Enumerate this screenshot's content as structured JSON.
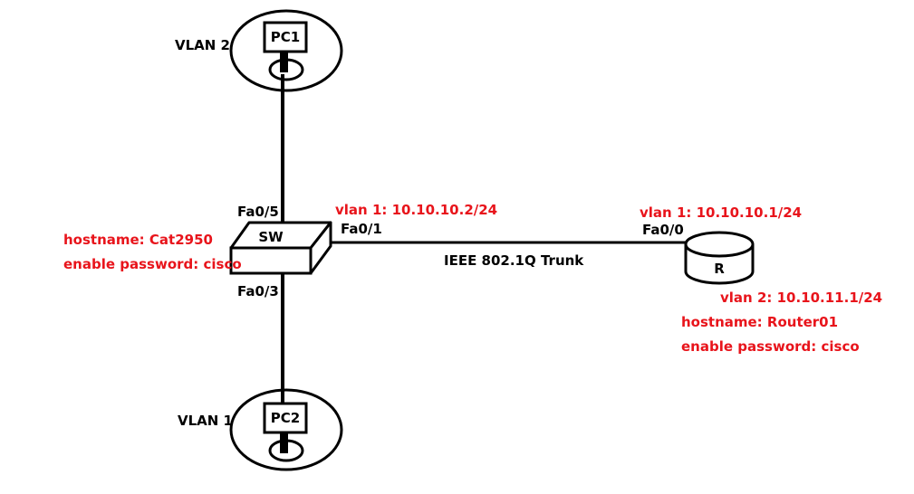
{
  "colors": {
    "line": "#000000",
    "config_text": "#e8141b"
  },
  "vlan_labels": {
    "top": "VLAN 2",
    "bottom": "VLAN 1"
  },
  "devices": {
    "pc1": "PC1",
    "pc2": "PC2",
    "switch": "SW",
    "router": "R"
  },
  "ports": {
    "sw_top": "Fa0/5",
    "sw_bottom": "Fa0/3",
    "sw_right": "Fa0/1",
    "router": "Fa0/0"
  },
  "link_label": "IEEE 802.1Q Trunk",
  "switch_config": {
    "vlan_ip": "vlan 1: 10.10.10.2/24",
    "hostname": "hostname: Cat2950",
    "password": "enable password: cisco"
  },
  "router_config": {
    "vlan1_ip": "vlan 1: 10.10.10.1/24",
    "vlan2_ip": "vlan 2: 10.10.11.1/24",
    "hostname": "hostname: Router01",
    "password": "enable password: cisco"
  }
}
